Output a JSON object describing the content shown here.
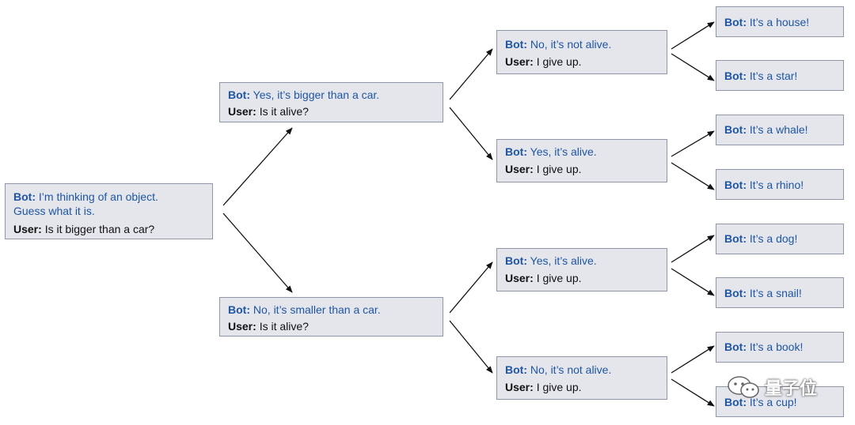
{
  "labels": {
    "bot": "Bot:",
    "user": "User:"
  },
  "root": {
    "bot_lines": [
      "I’m thinking of an object.",
      "Guess what it is."
    ],
    "user": "Is it bigger than a car?"
  },
  "level1": [
    {
      "bot": "Yes, it’s bigger than a car.",
      "user": "Is it alive?"
    },
    {
      "bot": "No, it’s smaller than a car.",
      "user": "Is it alive?"
    }
  ],
  "level2": [
    {
      "bot": "No, it’s not alive.",
      "user": "I give up."
    },
    {
      "bot": "Yes, it’s alive.",
      "user": "I give up."
    },
    {
      "bot": "Yes, it’s alive.",
      "user": "I give up."
    },
    {
      "bot": "No, it’s not alive.",
      "user": "I give up."
    }
  ],
  "leaves": [
    {
      "bot": "It’s a house!"
    },
    {
      "bot": "It’s a star!"
    },
    {
      "bot": "It’s a whale!"
    },
    {
      "bot": "It’s a rhino!"
    },
    {
      "bot": "It’s a dog!"
    },
    {
      "bot": "It’s a snail!"
    },
    {
      "bot": "It’s a book!"
    },
    {
      "bot": "It’s a cup!"
    }
  ],
  "watermark": {
    "text": "量子位",
    "icon": "wechat-icon"
  }
}
